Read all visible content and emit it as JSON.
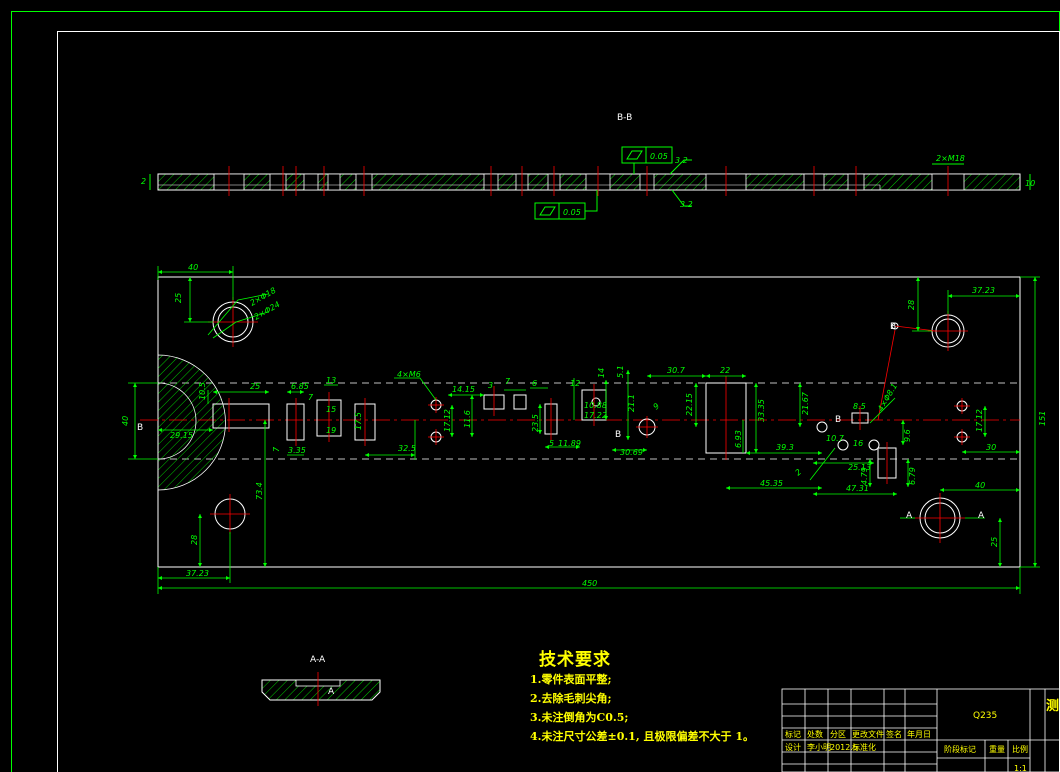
{
  "drawing": {
    "section_bb_label": "B-B",
    "section_aa_label": "A-A",
    "flatness_top": "0.05",
    "flatness_bottom": "0.05",
    "roughness_top": "3.2",
    "roughness_bottom": "3.2",
    "side_dims": {
      "left": "2",
      "right": "10",
      "slot": "2×M18"
    },
    "dims": {
      "d40_top": "40",
      "d25": "25",
      "d2phi18": "2×Φ18",
      "d2phi24": "2×Φ24",
      "d4m6": "4×M6",
      "d28_top": "28",
      "d37_23_top": "37.23",
      "d40_left": "40",
      "d151": "151",
      "d450": "450",
      "d37_23_bottom": "37.23",
      "d28_bottom": "28",
      "d73_4": "73.4",
      "d40_right": "40",
      "d25_right": "25",
      "d30_right": "30",
      "d17_12_right": "17.12",
      "d29_15": "29.15",
      "d10_5": "10.5",
      "d25_a": "25",
      "d6_85": "6.85",
      "d13": "13",
      "d7": "7",
      "d15": "15",
      "d19": "19",
      "d3_35": "3.35",
      "d7_low": "7",
      "d17_5": "17.5",
      "d32_5": "32.5",
      "d17_12": "17.12",
      "d11_6": "11.6",
      "d14_15": "14.15",
      "d3": "3",
      "d23_5": "23.5",
      "d5": "5",
      "d11_89": "11.89",
      "d12": "12",
      "d10_88": "10.88",
      "d17_22": "17.22",
      "d5_1": "5.1",
      "d14": "14",
      "d21_1": "21.1",
      "d9": "9",
      "d30_69": "30.69",
      "d30_7": "30.7",
      "d22": "22",
      "d22_15": "22.15",
      "d33_35": "33.35",
      "d21_67": "21.67",
      "d6_93": "6.93",
      "d39_3": "39.3",
      "d45_35": "45.35",
      "d47_31": "47.31",
      "d25_13": "25.13",
      "d16": "16",
      "d10_7": "10.7",
      "d8_5": "8.5",
      "d4phi8_1": "4×Φ8.1",
      "d9_6": "9.6",
      "d6_79": "6.79",
      "d4_79": "4.79",
      "d2": "2",
      "d7_b": "7",
      "d6": "6",
      "label_b_left": "B",
      "label_b_right": "B",
      "label_b_top": "B",
      "label_a_left": "A",
      "label_a_right": "A",
      "label_a_aa": "A",
      "label_b_mid": "B"
    }
  },
  "notes": {
    "title": "技术要求",
    "items": [
      "1.零件表面平整;",
      "2.去除毛刺尖角;",
      "3.未注倒角为C0.5;",
      "4.未注尺寸公差±0.1, 且极限偏差不大于 1。"
    ]
  },
  "title_block": {
    "material": "Q235",
    "header": [
      "标记",
      "处数",
      "分区",
      "更改文件",
      "签名",
      "年月日"
    ],
    "design_row": [
      "设计",
      "李小明",
      "2012.5",
      "标准化"
    ],
    "stage_marks": "阶段标记",
    "weight": "重量",
    "scale": "比例",
    "scale_value": "1:1",
    "title_fragment": "测"
  },
  "colors": {
    "background": "#000000",
    "outline": "#ffffff",
    "dimension": "#00ff00",
    "centerline": "#ff0000",
    "notes": "#ffff00",
    "hatch": "#00ff00"
  }
}
